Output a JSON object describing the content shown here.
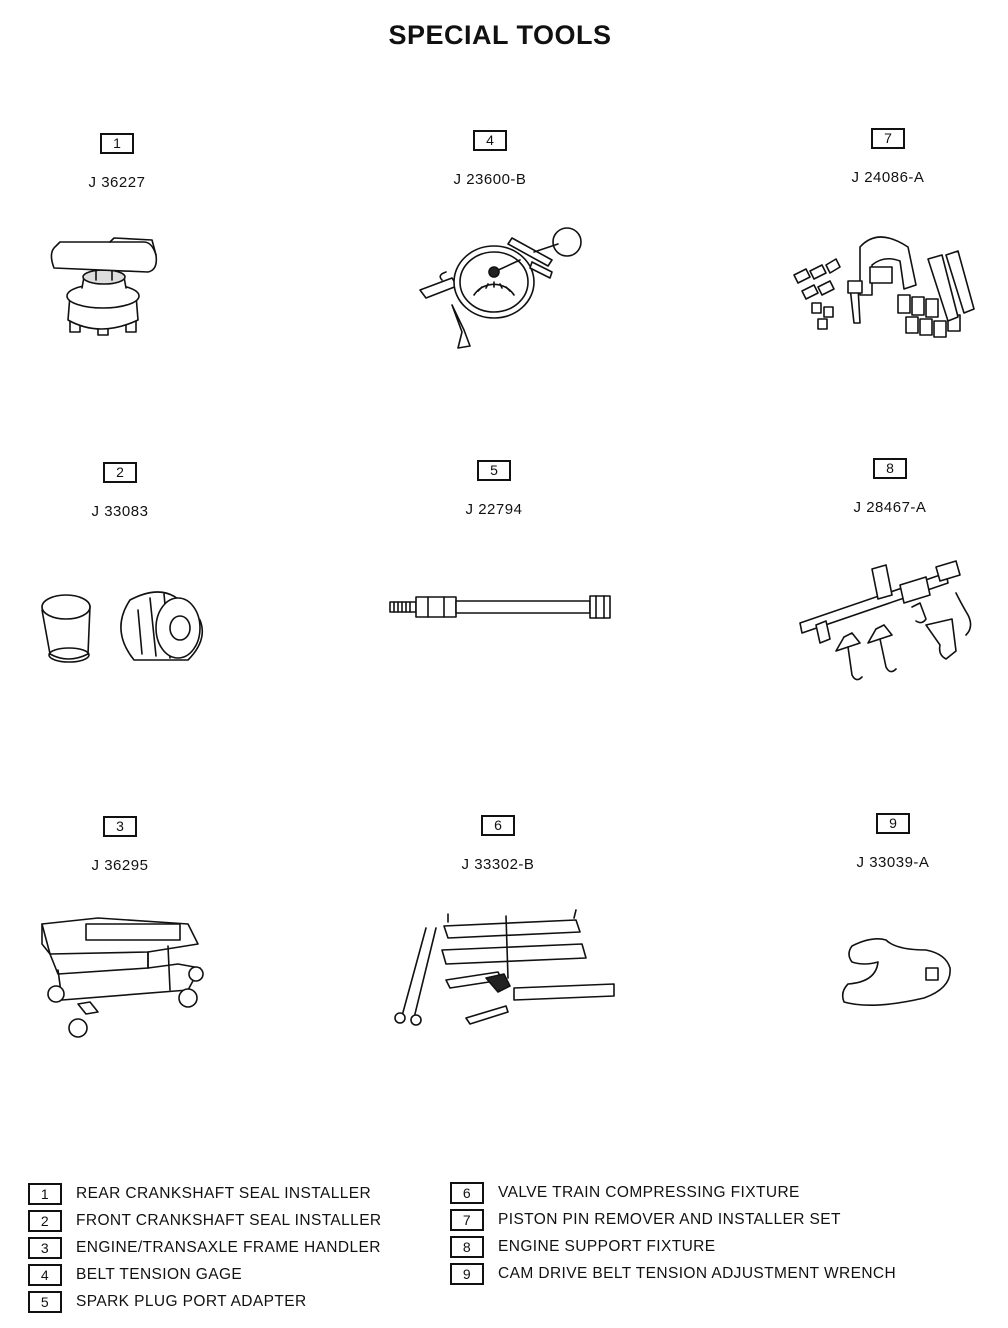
{
  "page": {
    "title": "SPECIAL TOOLS"
  },
  "tools": [
    {
      "num": "1",
      "part": "J 36227"
    },
    {
      "num": "4",
      "part": "J 23600-B"
    },
    {
      "num": "7",
      "part": "J 24086-A"
    },
    {
      "num": "2",
      "part": "J 33083"
    },
    {
      "num": "5",
      "part": "J 22794"
    },
    {
      "num": "8",
      "part": "J 28467-A"
    },
    {
      "num": "3",
      "part": "J 36295"
    },
    {
      "num": "6",
      "part": "J 33302-B"
    },
    {
      "num": "9",
      "part": "J 33039-A"
    }
  ],
  "legend_left": [
    {
      "num": "1",
      "text": "REAR CRANKSHAFT SEAL INSTALLER"
    },
    {
      "num": "2",
      "text": "FRONT CRANKSHAFT SEAL INSTALLER"
    },
    {
      "num": "3",
      "text": "ENGINE/TRANSAXLE FRAME HANDLER"
    },
    {
      "num": "4",
      "text": "BELT TENSION GAGE"
    },
    {
      "num": "5",
      "text": "SPARK PLUG PORT ADAPTER"
    }
  ],
  "legend_right": [
    {
      "num": "6",
      "text": "VALVE TRAIN COMPRESSING FIXTURE"
    },
    {
      "num": "7",
      "text": "PISTON PIN REMOVER AND INSTALLER SET"
    },
    {
      "num": "8",
      "text": "ENGINE SUPPORT FIXTURE"
    },
    {
      "num": "9",
      "text": "CAM DRIVE BELT TENSION ADJUSTMENT WRENCH"
    }
  ]
}
